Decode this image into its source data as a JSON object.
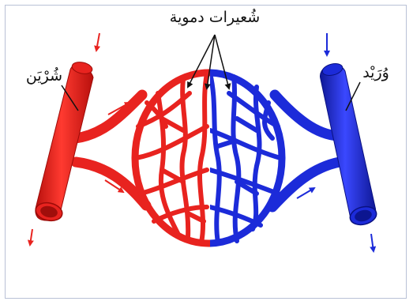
{
  "labels": {
    "capillaries": "شُعيرات دموية",
    "artery": "شُرْيَن",
    "vein": "وُرَيْد"
  },
  "colors": {
    "arterial": "#e8231f",
    "arterial_dark": "#b8100d",
    "venous": "#1c2bd9",
    "venous_dark": "#0f1896",
    "border": "#b9c1d6",
    "text": "#111111"
  },
  "icons": {
    "flow_arrow": "arrow-icon",
    "leader_line": "leader-line"
  }
}
